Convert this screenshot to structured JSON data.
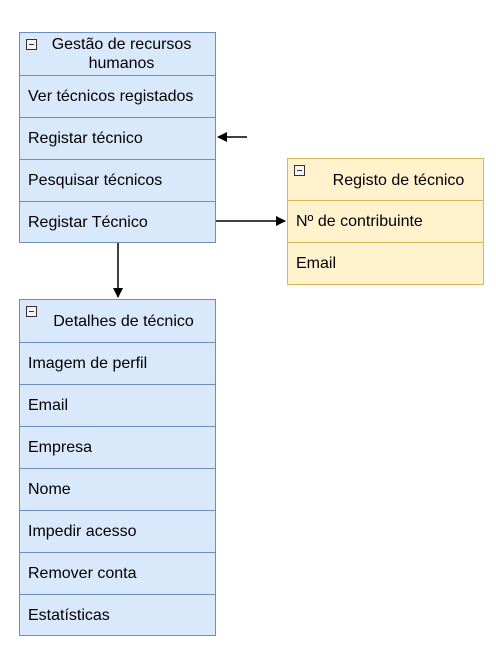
{
  "hr_box": {
    "title": "Gestão de recursos humanos",
    "items": [
      "Ver técnicos registados",
      "Registar técnico",
      "Pesquisar técnicos",
      "Registar Técnico"
    ]
  },
  "registo_box": {
    "title": "Registo de técnico",
    "items": [
      "Nº de contribuinte",
      "Email"
    ]
  },
  "detalhes_box": {
    "title": "Detalhes de técnico",
    "items": [
      "Imagem de perfil",
      "Email",
      "Empresa",
      "Nome",
      "Impedir acesso",
      "Remover conta",
      "Estatísticas"
    ]
  },
  "colors": {
    "blue_fill": "#dae8fc",
    "blue_stroke": "#6c8ebf",
    "yellow_fill": "#fff2cc",
    "yellow_stroke": "#d6b656"
  }
}
